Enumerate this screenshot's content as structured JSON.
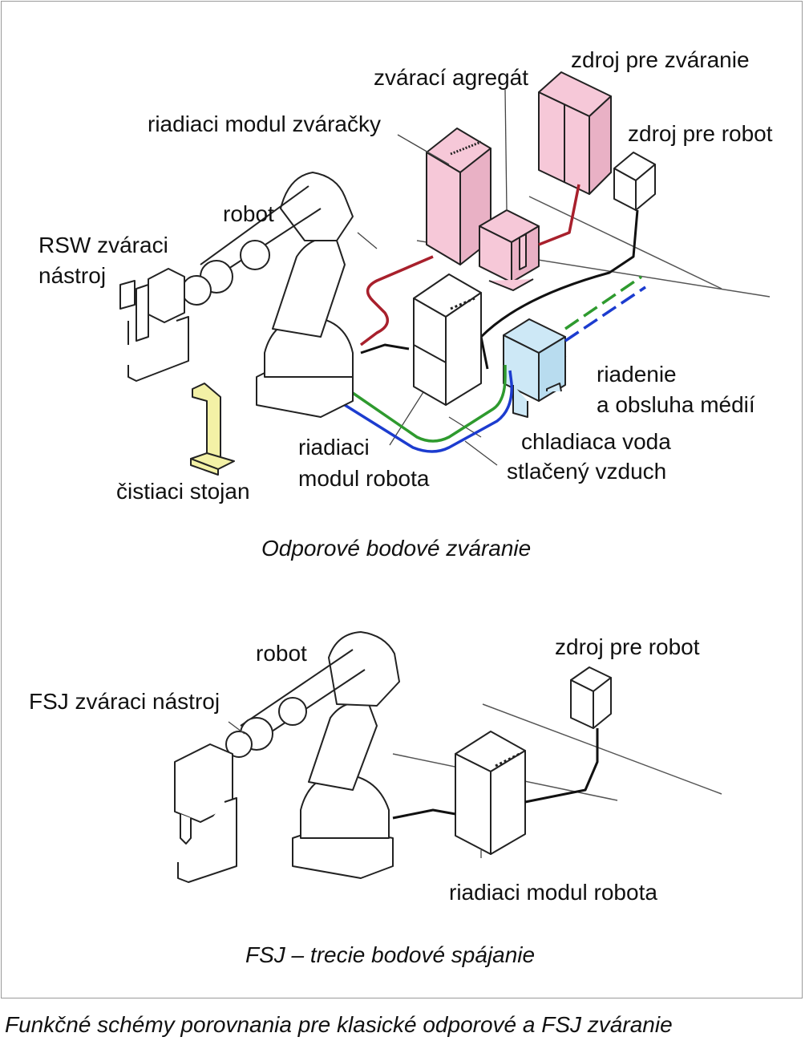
{
  "top_diagram": {
    "labels": {
      "zdroj_pre_zvaranie": "zdroj pre zváranie",
      "zvaraci_agregat": "zvárací agregát",
      "riadiaci_modul_zvaracky": "riadiaci modul zváračky",
      "zdroj_pre_robot": "zdroj pre robot",
      "robot": "robot",
      "rsw_line1": "RSW zváraci",
      "rsw_line2": "nástroj",
      "riadenie_line1": "riadenie",
      "riadenie_line2": "a obsluha médií",
      "chladiaca_voda": "chladiaca voda",
      "stlaceny_vzduch": "stlačený vzduch",
      "riadiaci_robota_line1": "riadiaci",
      "riadiaci_robota_line2": "modul robota",
      "cistiaci_stojan": "čistiaci stojan"
    },
    "caption": "Odporové bodové zváranie"
  },
  "bottom_diagram": {
    "labels": {
      "robot": "robot",
      "zdroj_pre_robot": "zdroj pre robot",
      "fsj_tool": "FSJ zváraci nástroj",
      "riadiaci_modul_robota": "riadiaci modul robota"
    },
    "caption": "FSJ – trecie bodové spájanie"
  },
  "figure_caption": "Funkčné schémy porovnania pre klasické odporové a FSJ zváranie",
  "colors": {
    "pink_units": "#f6c8d8",
    "light_blue_unit": "#cde8f6",
    "yellow_stand": "#f3f1a6",
    "power_cable": "#a8202c",
    "water_line": "#2e9a2e",
    "air_line": "#1c3ccf",
    "signal_cable": "#111111"
  }
}
